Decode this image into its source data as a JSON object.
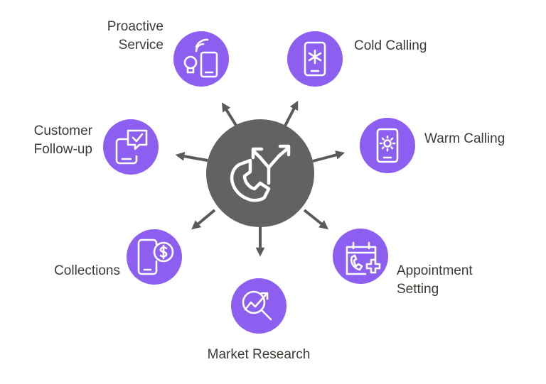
{
  "colors": {
    "hub": "#626262",
    "node": "#8c5ff0",
    "icon_stroke": "#ffffff",
    "arrow": "#5a5a5a",
    "text": "#3d3a35",
    "background": "#ffffff"
  },
  "hub": {
    "icon": "phone-with-branching-arrows-icon"
  },
  "nodes": [
    {
      "id": "proactive-service",
      "lines": [
        "Proactive",
        "Service"
      ],
      "icon": "phone-lightbulb-signal-icon"
    },
    {
      "id": "cold-calling",
      "lines": [
        "Cold Calling"
      ],
      "icon": "phone-snowflake-icon"
    },
    {
      "id": "warm-calling",
      "lines": [
        "Warm Calling"
      ],
      "icon": "phone-sun-icon"
    },
    {
      "id": "appointment-setting",
      "lines": [
        "Appointment",
        "Setting"
      ],
      "icon": "calendar-phone-plus-icon"
    },
    {
      "id": "market-research",
      "lines": [
        "Market Research"
      ],
      "icon": "chart-magnifier-icon"
    },
    {
      "id": "collections",
      "lines": [
        "Collections"
      ],
      "icon": "phone-dollar-icon"
    },
    {
      "id": "customer-follow-up",
      "lines": [
        "Customer",
        "Follow-up"
      ],
      "icon": "phone-chat-check-icon"
    }
  ]
}
